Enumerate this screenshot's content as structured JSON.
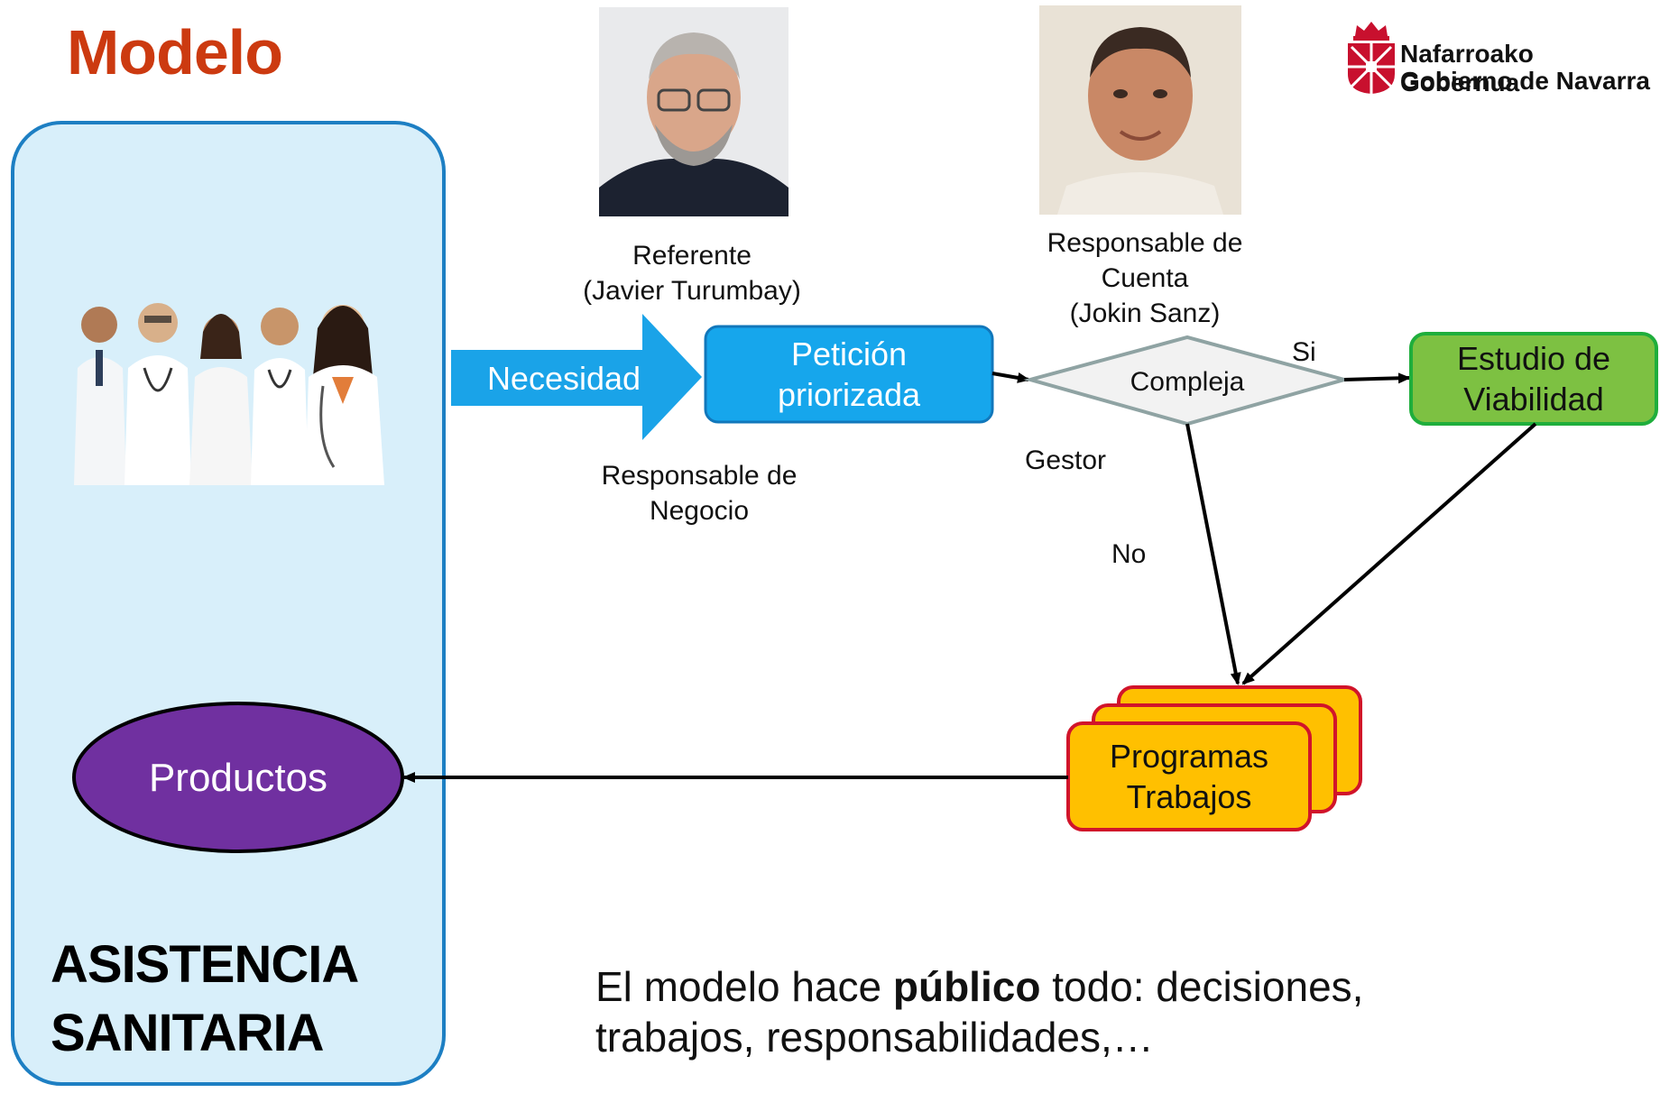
{
  "title": "Modelo",
  "panel": {
    "title_line1": "ASISTENCIA",
    "title_line2": "SANITARIA",
    "products_label": "Productos"
  },
  "logo": {
    "line1": "Nafarroako Gobernua",
    "line2": "Gobierno de Navarra"
  },
  "flow": {
    "need_label": "Necesidad",
    "request_label_line1": "Petición",
    "request_label_line2": "priorizada",
    "decision_label": "Compleja",
    "yes_label": "Si",
    "no_label": "No",
    "manager_label": "Gestor",
    "study_label_line1": "Estudio de",
    "study_label_line2": "Viabilidad",
    "programs_label_line1": "Programas",
    "programs_label_line2": "Trabajos"
  },
  "people": {
    "referent_role": "Referente",
    "referent_name": "(Javier Turumbay)",
    "business_line1": "Responsable de",
    "business_line2": "Negocio",
    "account_line1": "Responsable de",
    "account_line2": "Cuenta",
    "account_name": "(Jokin Sanz)"
  },
  "footnote": {
    "part1": "El modelo hace ",
    "bold": "público",
    "part2": " todo: decisiones,",
    "line2": "trabajos, responsabilidades,…"
  },
  "colors": {
    "title": "#cc3a10",
    "panel_fill": "#d8effa",
    "panel_border": "#1d7fc3",
    "need_arrow": "#1aa3e8",
    "request_box": "#16a6ec",
    "decision_fill": "#f2f2f2",
    "decision_border": "#8fa3a3",
    "study_box": "#7dc142",
    "study_border": "#1fae3c",
    "programs_fill": "#ffc000",
    "programs_border": "#d1142a",
    "products_fill": "#7030a0"
  }
}
